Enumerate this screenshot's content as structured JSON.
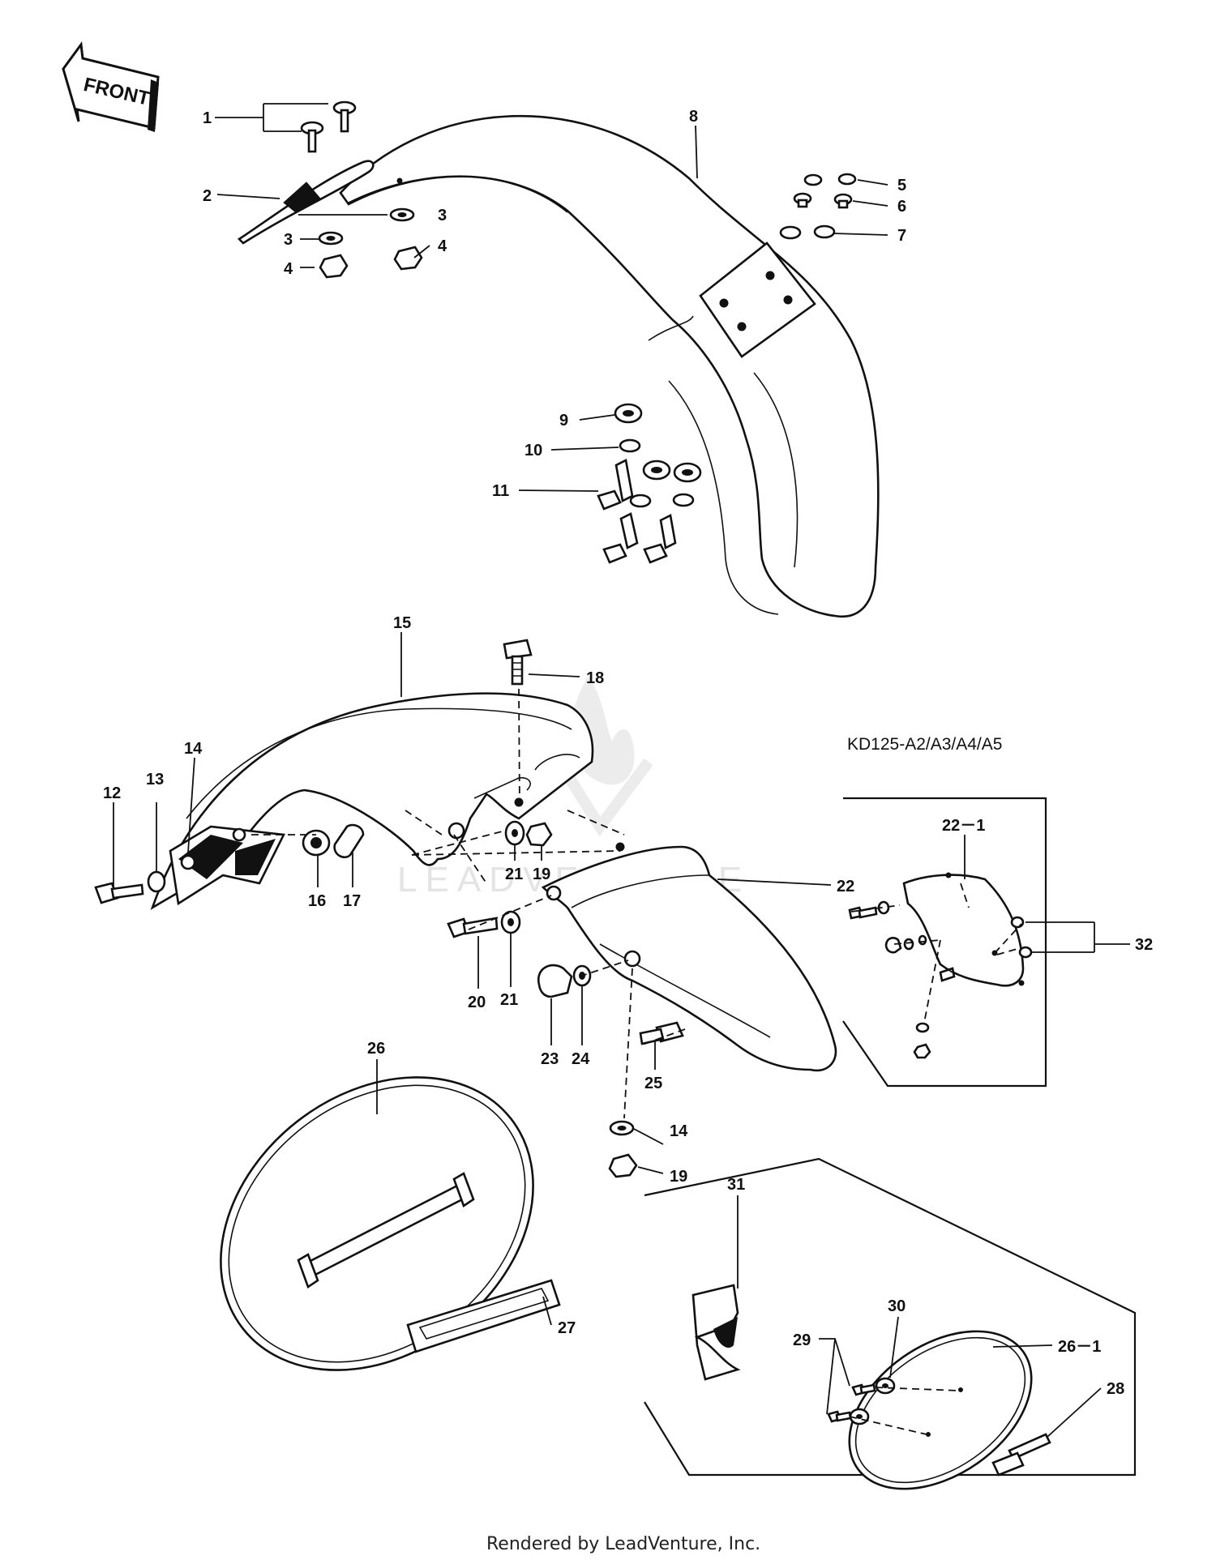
{
  "front_arrow": {
    "label": "FRONT"
  },
  "model_label": "KD125-A2/A3/A4/A5",
  "watermark": {
    "text": "LEADVENTURE"
  },
  "footer": {
    "text": "Rendered by LeadVenture, Inc."
  },
  "callouts": {
    "c1": "1",
    "c2": "2",
    "c3a": "3",
    "c3b": "3",
    "c4a": "4",
    "c4b": "4",
    "c5": "5",
    "c6": "6",
    "c7": "7",
    "c8": "8",
    "c9": "9",
    "c10": "10",
    "c11": "11",
    "c12": "12",
    "c13": "13",
    "c14a": "14",
    "c14b": "14",
    "c15": "15",
    "c16": "16",
    "c17": "17",
    "c18": "18",
    "c19a": "19",
    "c19b": "19",
    "c20": "20",
    "c21a": "21",
    "c21b": "21",
    "c22": "22",
    "c22_1": "22－1",
    "c23": "23",
    "c24": "24",
    "c25": "25",
    "c26": "26",
    "c26_1": "26－1",
    "c27": "27",
    "c28": "28",
    "c29": "29",
    "c30": "30",
    "c31": "31",
    "c32": "32"
  }
}
